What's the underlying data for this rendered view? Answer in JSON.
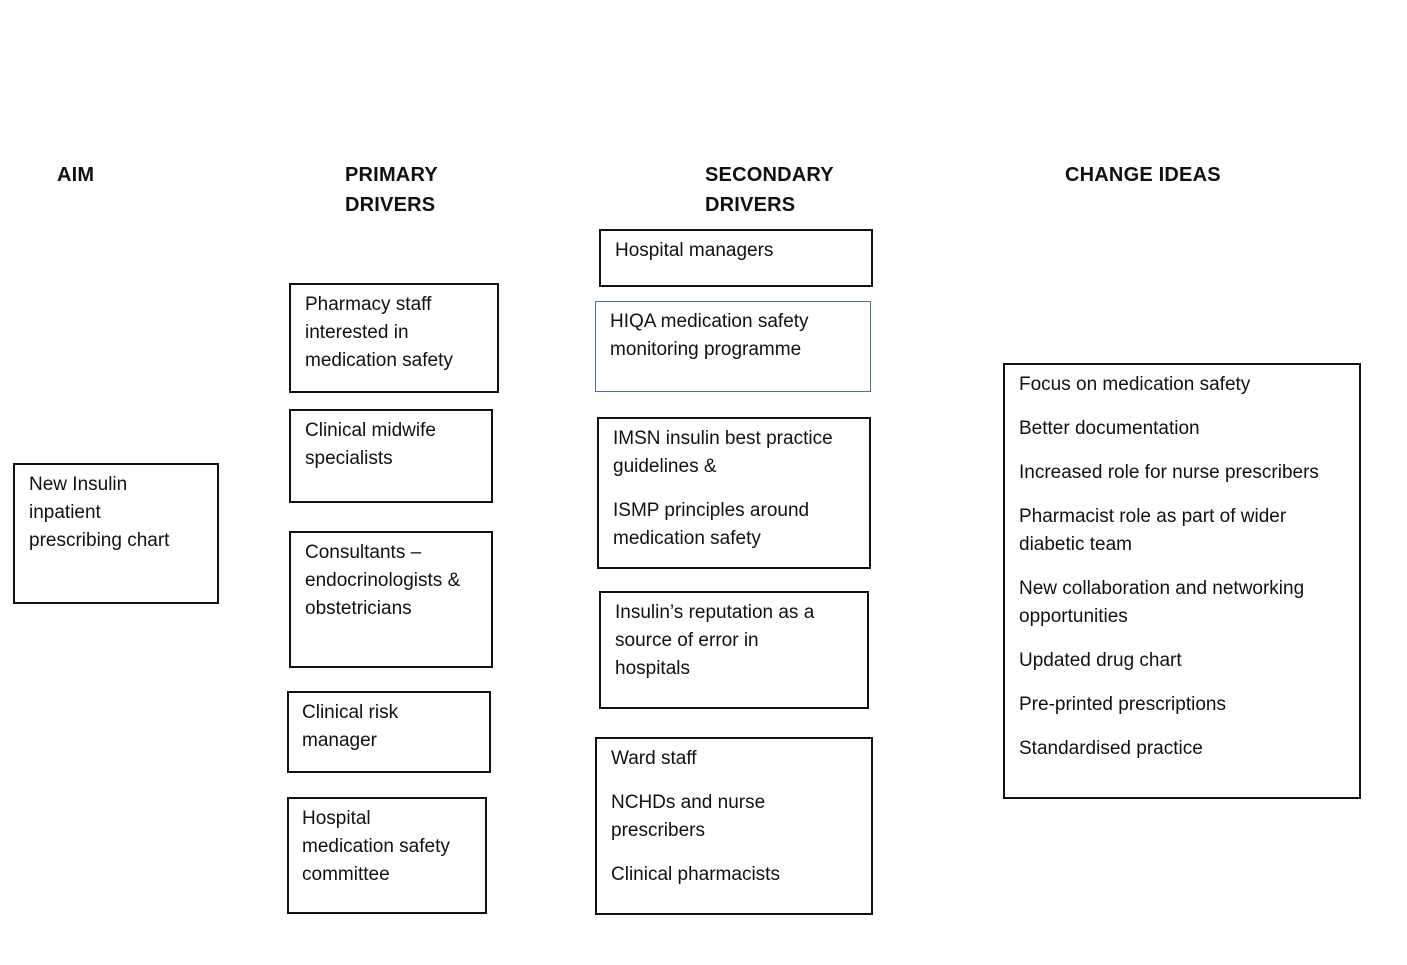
{
  "headings": {
    "aim": [
      "AIM"
    ],
    "primary": [
      "PRIMARY",
      "DRIVERS"
    ],
    "secondary": [
      "SECONDARY",
      "DRIVERS"
    ],
    "change": [
      "CHANGE IDEAS"
    ]
  },
  "aim": {
    "lines": [
      "New Insulin",
      "inpatient",
      "prescribing chart"
    ]
  },
  "primary_drivers": [
    {
      "lines": [
        "Pharmacy staff",
        "interested in",
        "medication safety"
      ]
    },
    {
      "lines": [
        "Clinical midwife",
        "specialists"
      ]
    },
    {
      "lines": [
        "Consultants –",
        "endocrinologists &",
        "obstetricians"
      ]
    },
    {
      "lines": [
        "Clinical risk",
        "manager"
      ]
    },
    {
      "lines": [
        "Hospital",
        "medication safety",
        "committee"
      ]
    }
  ],
  "secondary_drivers": [
    {
      "lines": [
        "Hospital managers"
      ]
    },
    {
      "lines": [
        "HIQA medication safety",
        "monitoring programme"
      ]
    },
    {
      "lines": [
        "IMSN insulin best practice",
        "guidelines &",
        "ISMP principles around",
        "medication safety"
      ]
    },
    {
      "lines": [
        "Insulin’s reputation as a",
        "source of error in",
        "hospitals"
      ]
    },
    {
      "lines": [
        "Ward staff",
        "NCHDs and nurse",
        "prescribers",
        "Clinical pharmacists"
      ]
    }
  ],
  "change_ideas": {
    "items": [
      "Focus on medication safety",
      "Better documentation",
      "Increased role for nurse prescribers",
      "Pharmacist role as part of wider diabetic team",
      "New collaboration and networking opportunities",
      "Updated drug chart",
      "Pre-printed prescriptions",
      "Standardised practice"
    ],
    "item4_lines": [
      "Pharmacist role as part of wider",
      "diabetic team"
    ],
    "item5_lines": [
      "New collaboration and networking",
      "opportunities"
    ]
  }
}
